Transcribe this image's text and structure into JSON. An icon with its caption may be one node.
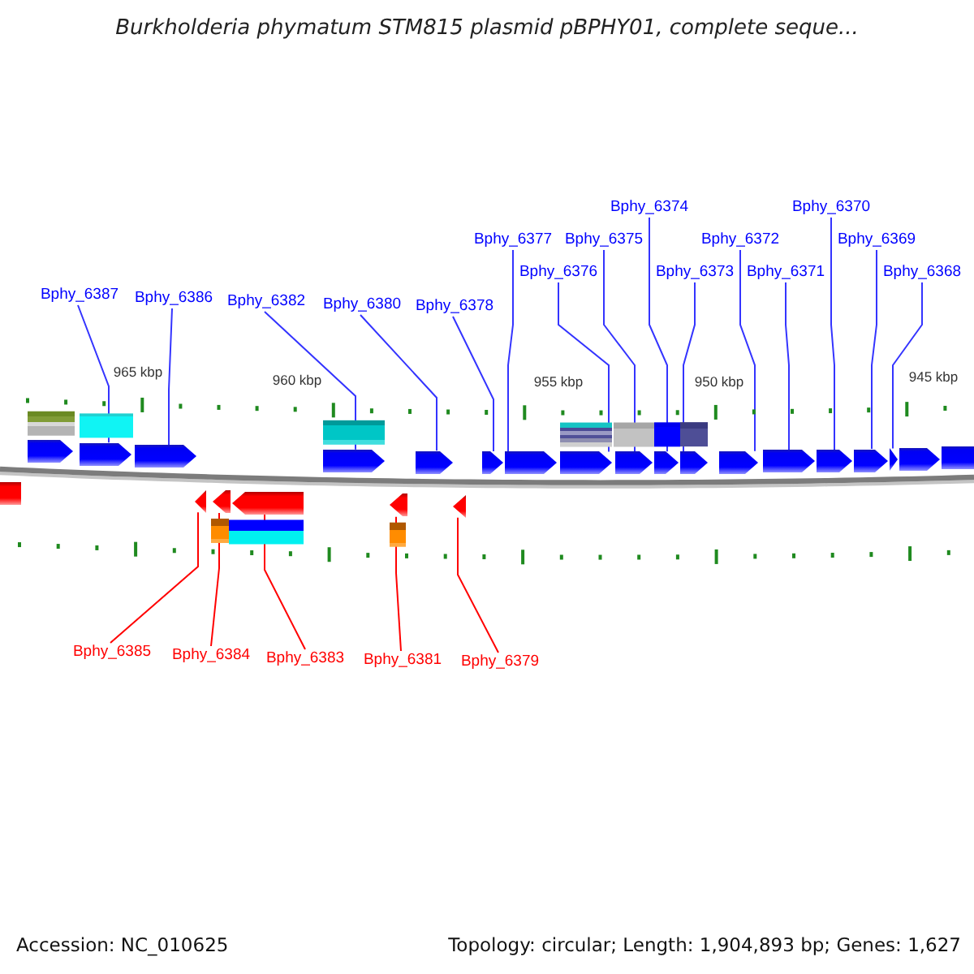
{
  "diagram": {
    "title": "Burkholderia phymatum STM815 plasmid pBPHY01, complete seque...",
    "nodes": [
      {
        "text": [
          "Bphy_6387"
        ]
      },
      {
        "text": [
          "Bphy_6386"
        ]
      },
      {
        "text": [
          "Bphy_6382"
        ]
      },
      {
        "text": [
          "Bphy_6380"
        ]
      },
      {
        "text": [
          "Bphy_6378"
        ]
      },
      {
        "text": [
          "Bphy_6377"
        ]
      },
      {
        "text": [
          "Bphy_6376"
        ]
      },
      {
        "text": [
          "Bphy_6375"
        ]
      },
      {
        "text": [
          "Bphy_6374"
        ]
      },
      {
        "text": [
          "Bphy_6373"
        ]
      },
      {
        "text": [
          "Bphy_6372"
        ]
      },
      {
        "text": [
          "Bphy_6371"
        ]
      },
      {
        "text": [
          "Bphy_6370"
        ]
      },
      {
        "text": [
          "Bphy_6369"
        ]
      },
      {
        "text": [
          "Bphy_6368"
        ]
      },
      {
        "text": [],
        "shape": "arrow"
      },
      {
        "text": [],
        "shape": "arrow"
      },
      {
        "text": [],
        "shape": "arrow"
      },
      {
        "text": [],
        "shape": "arrow"
      },
      {
        "text": [],
        "shape": "arrow"
      },
      {
        "text": [],
        "shape": "arrow"
      },
      {
        "text": [],
        "shape": "arrow"
      },
      {
        "text": [],
        "shape": "arrow"
      },
      {
        "text": [],
        "shape": "arrow"
      },
      {
        "text": [],
        "shape": "arrow"
      },
      {
        "text": [],
        "shape": "arrow"
      },
      {
        "text": [],
        "shape": "arrow"
      },
      {
        "text": [],
        "shape": "arrow"
      },
      {
        "text": [],
        "shape": "arrow"
      },
      {
        "text": [],
        "shape": "arrow"
      },
      {
        "text": [],
        "shape": "arrow"
      },
      {
        "text": [],
        "shape": "arrow"
      },
      {
        "text": [],
        "shape": "arrow"
      },
      {
        "text": [],
        "shape": "arrow"
      },
      {
        "text": [],
        "shape": "arrow"
      },
      {
        "text": [],
        "shape": "arrow"
      },
      {
        "text": [],
        "shape": "arrow"
      },
      {
        "text": [],
        "shape": "arrow"
      },
      {
        "text": [],
        "shape": "arrow"
      },
      {
        "text": [
          "Bphy_6385"
        ]
      },
      {
        "text": [
          "Bphy_6384"
        ]
      },
      {
        "text": [
          "Bphy_6383"
        ]
      },
      {
        "text": [
          "Bphy_6381"
        ]
      },
      {
        "text": [
          "Bphy_6379"
        ]
      }
    ],
    "edges": [
      {
        "from": 0,
        "to": 16,
        "arrow": "none"
      },
      {
        "from": 1,
        "to": 17,
        "arrow": "none"
      },
      {
        "from": 2,
        "to": 18,
        "arrow": "none"
      },
      {
        "from": 3,
        "to": 19,
        "arrow": "none"
      },
      {
        "from": 4,
        "to": 20,
        "arrow": "none"
      },
      {
        "from": 5,
        "to": 21,
        "arrow": "none"
      },
      {
        "from": 6,
        "to": 22,
        "arrow": "none"
      },
      {
        "from": 7,
        "to": 23,
        "arrow": "none"
      },
      {
        "from": 8,
        "to": 24,
        "arrow": "none"
      },
      {
        "from": 9,
        "to": 25,
        "arrow": "none"
      },
      {
        "from": 10,
        "to": 26,
        "arrow": "none"
      },
      {
        "from": 11,
        "to": 27,
        "arrow": "none"
      },
      {
        "from": 12,
        "to": 28,
        "arrow": "none"
      },
      {
        "from": 13,
        "to": 29,
        "arrow": "none"
      },
      {
        "from": 14,
        "to": 30,
        "arrow": "none"
      },
      {
        "from": 39,
        "to": 34,
        "arrow": "none",
        "color": "#ff0000"
      },
      {
        "from": 40,
        "to": 35,
        "arrow": "none",
        "color": "#ff0000"
      },
      {
        "from": 41,
        "to": 36,
        "arrow": "none",
        "color": "#ff0000"
      },
      {
        "from": 42,
        "to": 37,
        "arrow": "none",
        "color": "#ff0000"
      },
      {
        "from": 43,
        "to": 38,
        "arrow": "none",
        "color": "#ff0000"
      }
    ],
    "labels": [
      "965 kbp",
      "960 kbp",
      "955 kbp",
      "950 kbp",
      "945 kbp",
      "Accession: NC_010625",
      "Topology: circular; Length: 1,904,893 bp; Genes: 1,627"
    ]
  }
}
